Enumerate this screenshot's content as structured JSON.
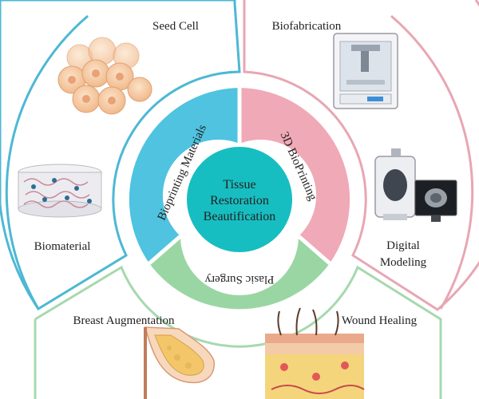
{
  "center": {
    "lines": [
      "Tissue",
      "Restoration",
      "Beautification"
    ],
    "fill": "#17bec1"
  },
  "inner_ring": {
    "bioprinting_materials": {
      "label": "Bioprinting Materials",
      "fill": "#4fc3e0"
    },
    "bioprinting_3d": {
      "label": "3D BioPrinting",
      "fill": "#f0a9b6"
    },
    "plastic_surgery": {
      "label": "Plasic Surgery",
      "fill": "#9ad6a4"
    }
  },
  "outer_sections": {
    "materials": {
      "color": "#4db8d4",
      "items": [
        "Seed Cell",
        "Biomaterial"
      ]
    },
    "biofabrication": {
      "color": "#e8a6b3",
      "items": [
        "Biofabrication",
        "Digital",
        "Modeling"
      ]
    },
    "surgery": {
      "color": "#a6d9ae",
      "items": [
        "Breast Augmentation",
        "Wound Healing"
      ]
    }
  },
  "icons": [
    "seed-cell-cluster-icon",
    "biomaterial-scaffold-icon",
    "bioprinter-icon",
    "mri-scanner-icon",
    "breast-anatomy-icon",
    "skin-layers-icon"
  ]
}
